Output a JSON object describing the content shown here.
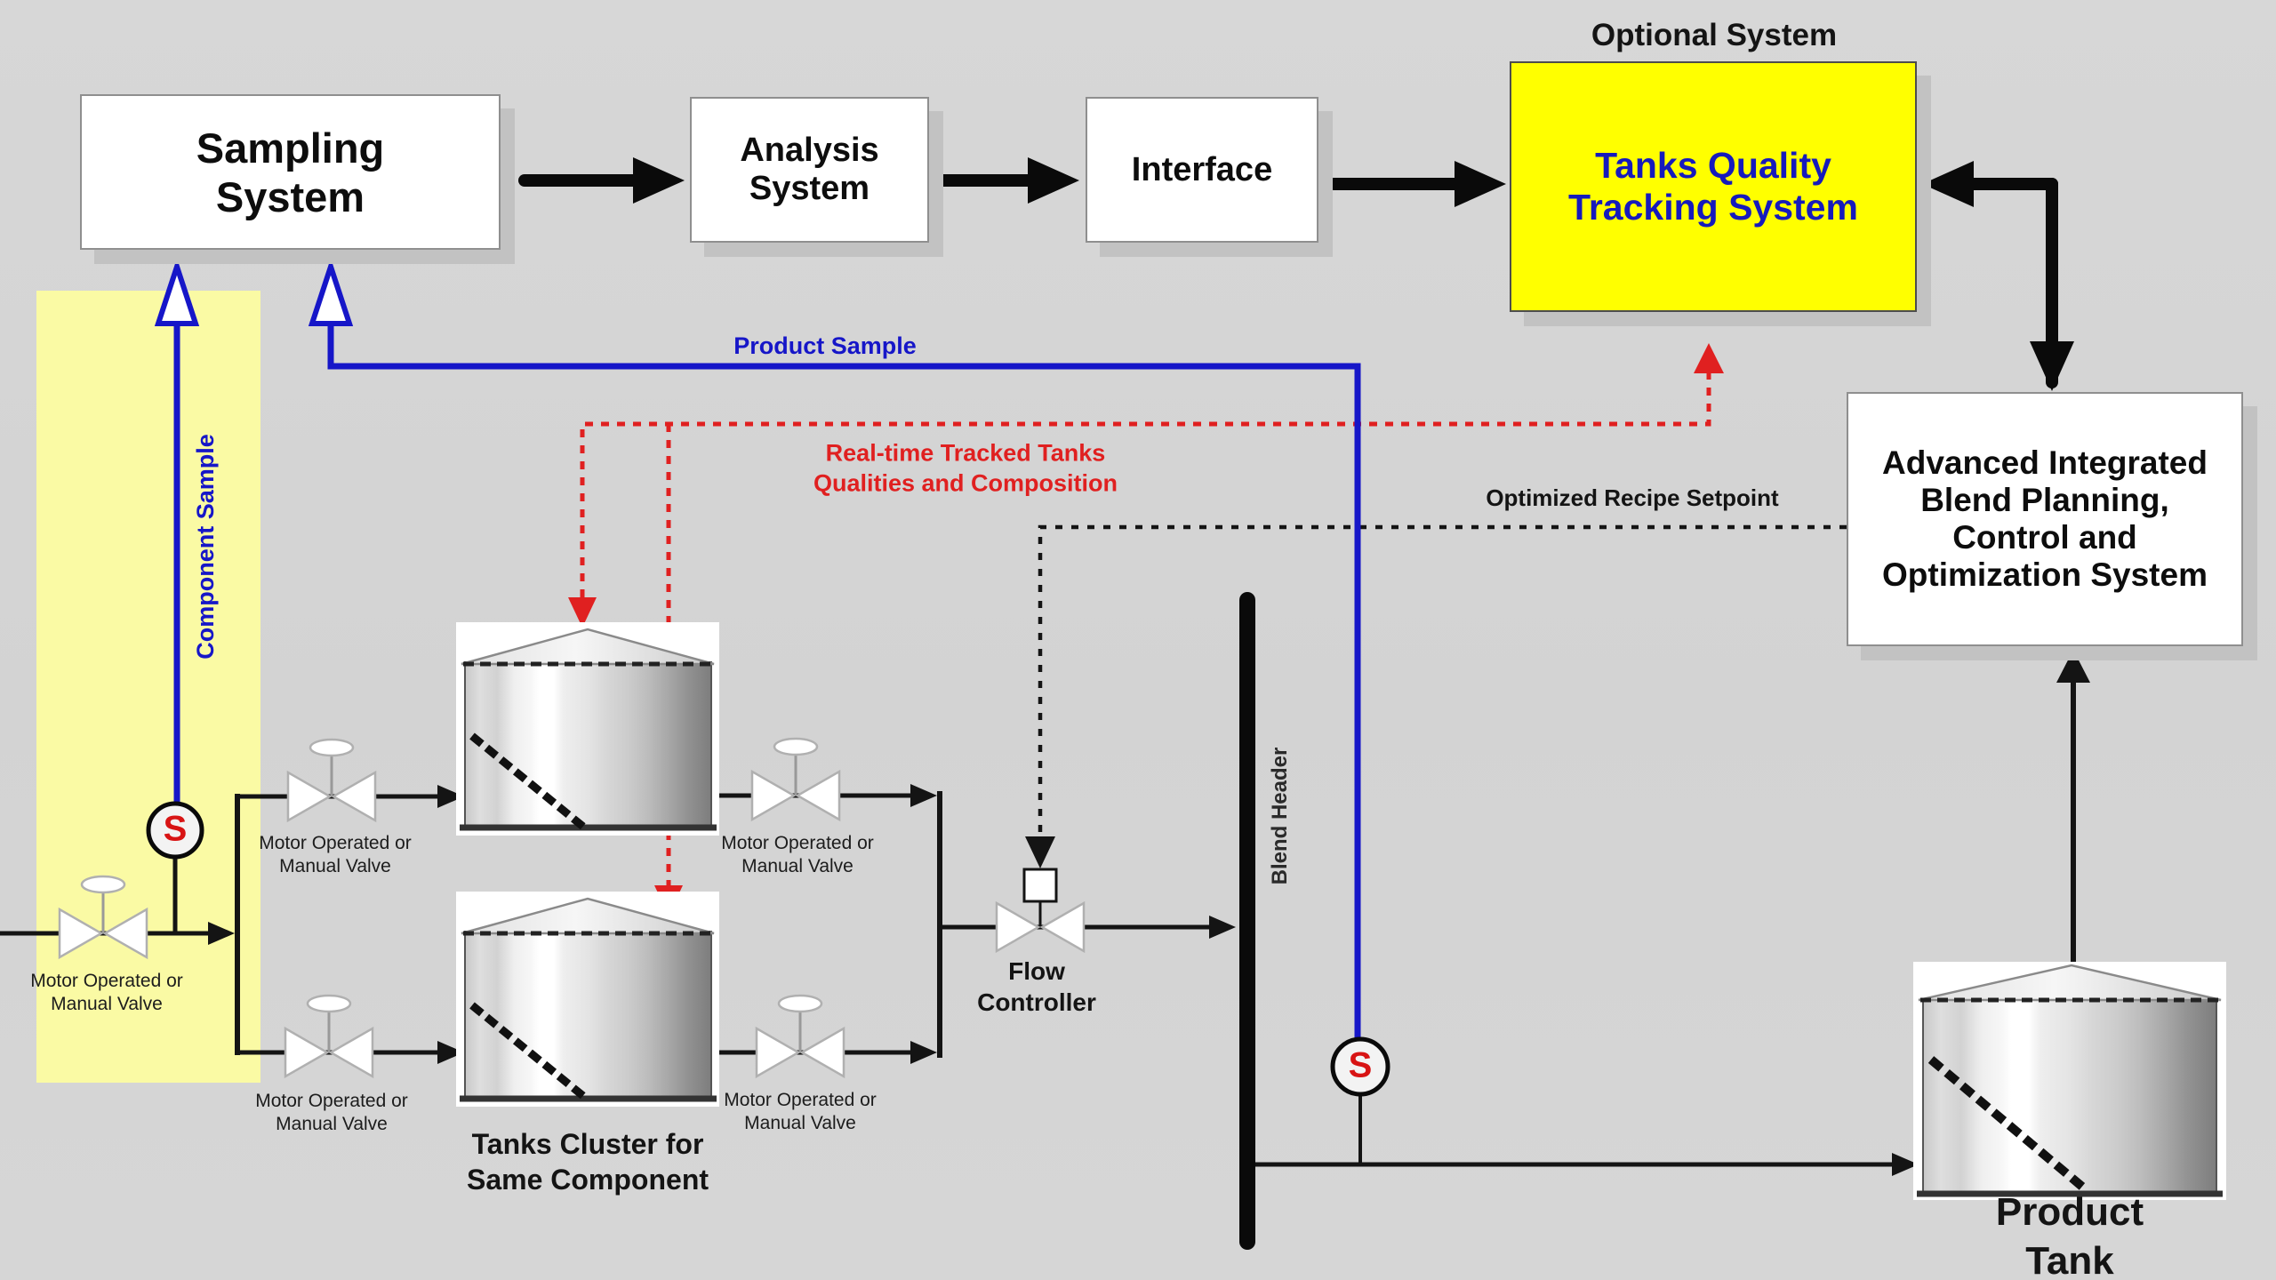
{
  "colors": {
    "background": "#d4d4d4",
    "box_fill": "#ffffff",
    "box_shadow": "#c2c2c2",
    "highlight_fill": "#ffff00",
    "highlight_text": "#161abc",
    "component_band_fill": "#fafaa4",
    "sample_line_blue": "#1616c8",
    "tracking_red": "#e02020",
    "line_black": "#0a0a0a"
  },
  "top_row": {
    "sampling_label": "Sampling\nSystem",
    "analysis_label": "Analysis\nSystem",
    "interface_label": "Interface",
    "optional_caption": "Optional System",
    "tqts_label": "Tanks Quality\nTracking System"
  },
  "right_column": {
    "advanced_label": "Advanced Integrated\nBlend Planning,\nControl and\nOptimization  System"
  },
  "flow_labels": {
    "product_sample": "Product Sample",
    "component_sample": "Component Sample",
    "realtime_tracking": "Real-time Tracked Tanks\nQualities and Composition",
    "recipe_setpoint": "Optimized Recipe Setpoint"
  },
  "plant": {
    "blend_header": "Blend Header",
    "flow_controller": "Flow\nController",
    "tanks_cluster": "Tanks Cluster for\nSame Component",
    "product_tank": "Product Tank",
    "valve_label": "Motor Operated or\nManual Valve",
    "sample_tag": "S"
  }
}
